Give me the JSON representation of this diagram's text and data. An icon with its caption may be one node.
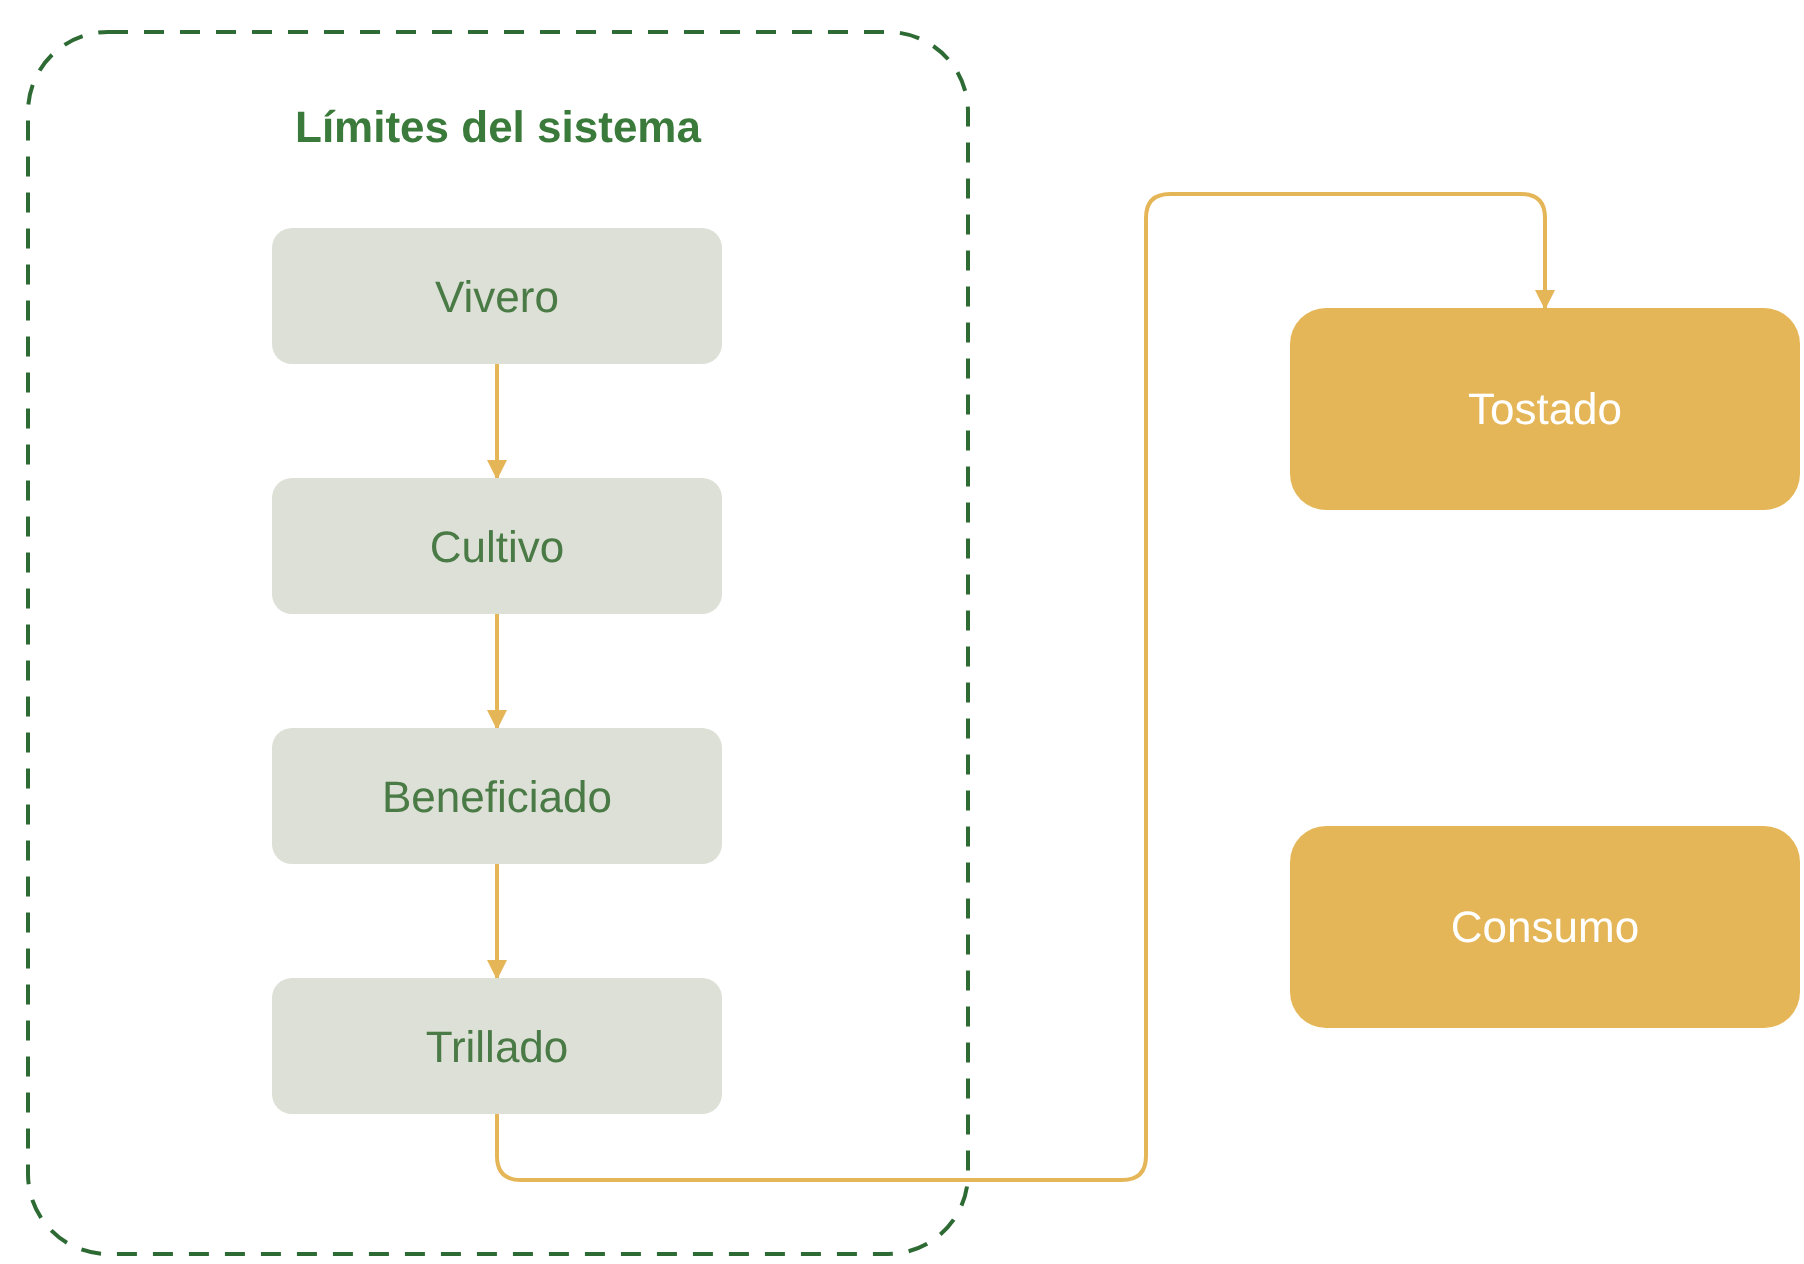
{
  "diagram": {
    "nodes": [
      {
        "text": [
          "Límites del sistema"
        ]
      },
      {
        "text": [
          "Vivero"
        ],
        "in": 0
      },
      {
        "text": [
          "Cultivo"
        ],
        "in": 0
      },
      {
        "text": [
          "Beneficiado"
        ],
        "in": 0
      },
      {
        "text": [
          "Trillado"
        ],
        "in": 0
      },
      {
        "text": [
          "Tostado"
        ]
      },
      {
        "text": [
          "Consumo"
        ]
      }
    ],
    "edges": [
      {
        "from": 1,
        "to": 2,
        "arrow": "to"
      },
      {
        "from": 2,
        "to": 3,
        "arrow": "to"
      },
      {
        "from": 3,
        "to": 4,
        "arrow": "to"
      },
      {
        "from": 4,
        "to": 5,
        "arrow": "to"
      }
    ]
  }
}
